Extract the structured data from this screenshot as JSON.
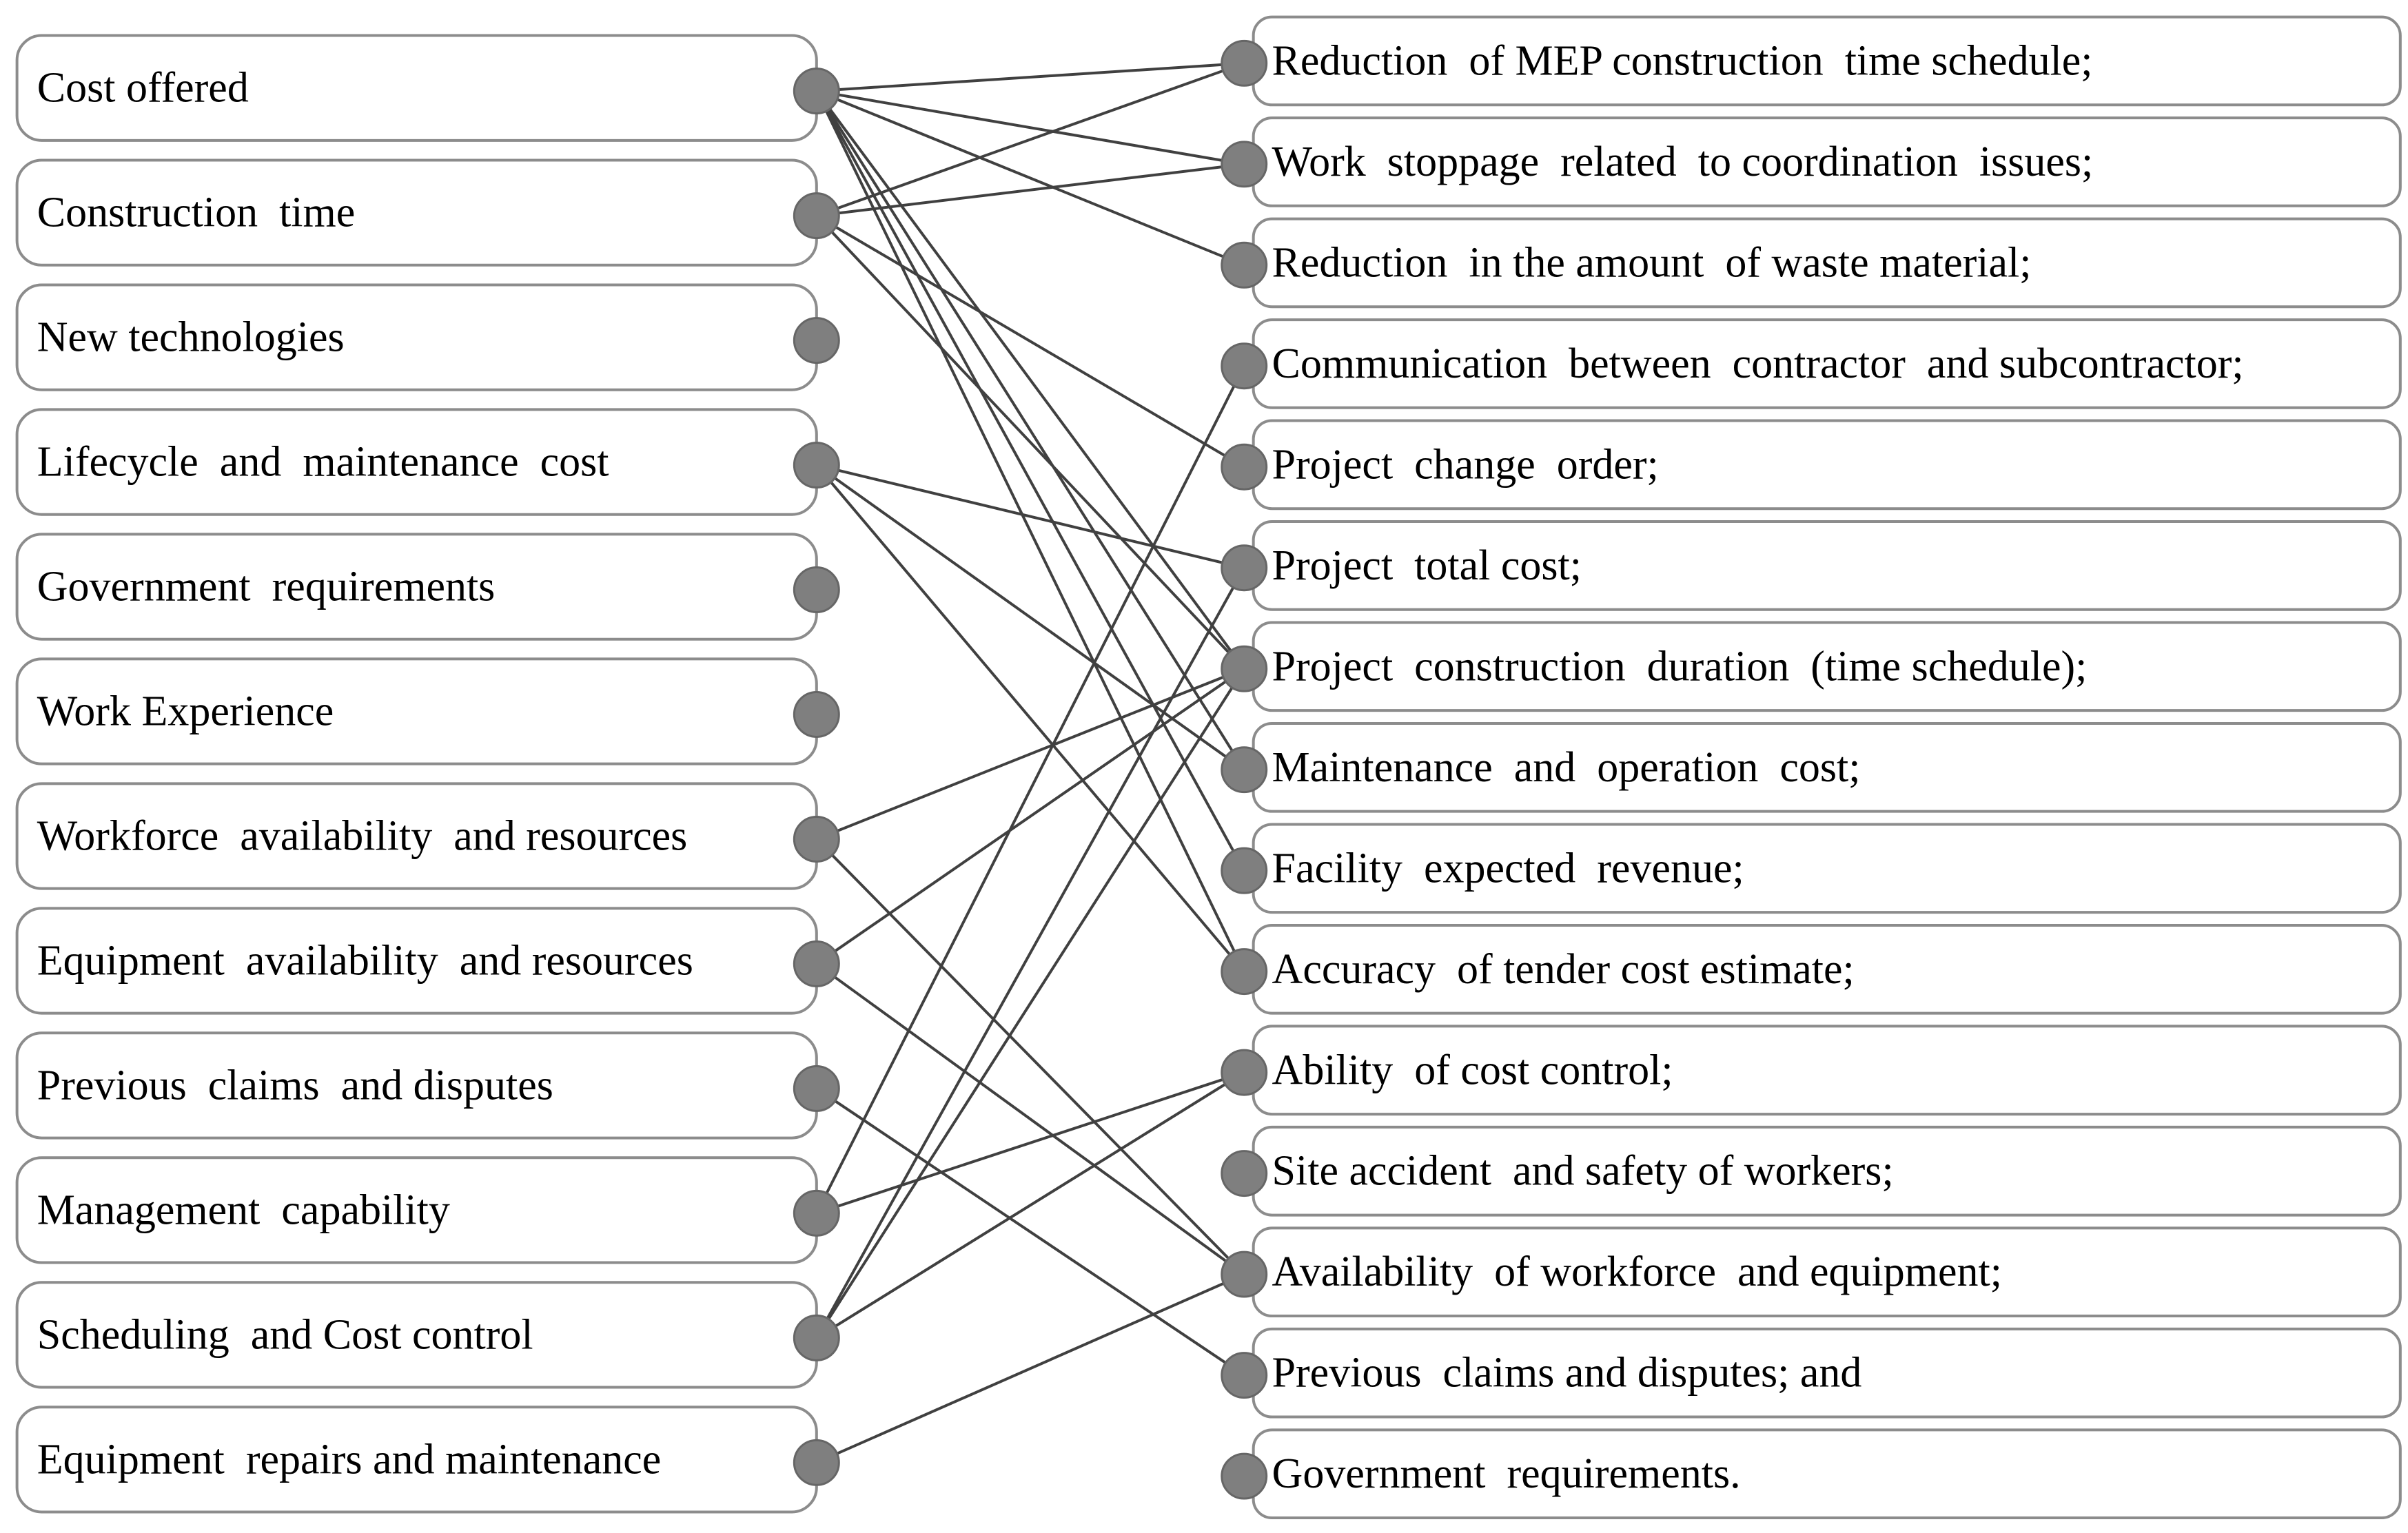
{
  "left_items": [
    "Cost offered",
    "Construction  time",
    "New technologies",
    "Lifecycle  and  maintenance  cost",
    "Government  requirements",
    "Work Experience",
    "Workforce  availability  and resources",
    "Equipment  availability  and resources",
    "Previous  claims  and disputes",
    "Management  capability",
    "Scheduling  and Cost control",
    "Equipment  repairs and maintenance"
  ],
  "right_items": [
    "Reduction  of MEP construction  time schedule;",
    "Work  stoppage  related  to coordination  issues;",
    "Reduction  in the amount  of waste material;",
    "Communication  between  contractor  and subcontractor;",
    "Project  change  order;",
    "Project  total cost;",
    "Project  construction  duration  (time schedule);",
    "Maintenance  and  operation  cost;",
    "Facility  expected  revenue;",
    "Accuracy  of tender cost estimate;",
    "Ability  of cost control;",
    "Site accident  and safety of workers;",
    "Availability  of workforce  and equipment;",
    "Previous  claims and disputes; and",
    "Government  requirements."
  ],
  "links": [
    [
      0,
      0
    ],
    [
      0,
      1
    ],
    [
      0,
      2
    ],
    [
      0,
      6
    ],
    [
      0,
      7
    ],
    [
      0,
      8
    ],
    [
      0,
      9
    ],
    [
      1,
      0
    ],
    [
      1,
      1
    ],
    [
      1,
      4
    ],
    [
      1,
      6
    ],
    [
      3,
      5
    ],
    [
      3,
      7
    ],
    [
      3,
      9
    ],
    [
      6,
      6
    ],
    [
      6,
      12
    ],
    [
      7,
      6
    ],
    [
      7,
      12
    ],
    [
      8,
      13
    ],
    [
      9,
      3
    ],
    [
      9,
      10
    ],
    [
      10,
      5
    ],
    [
      10,
      6
    ],
    [
      10,
      10
    ],
    [
      11,
      12
    ]
  ]
}
